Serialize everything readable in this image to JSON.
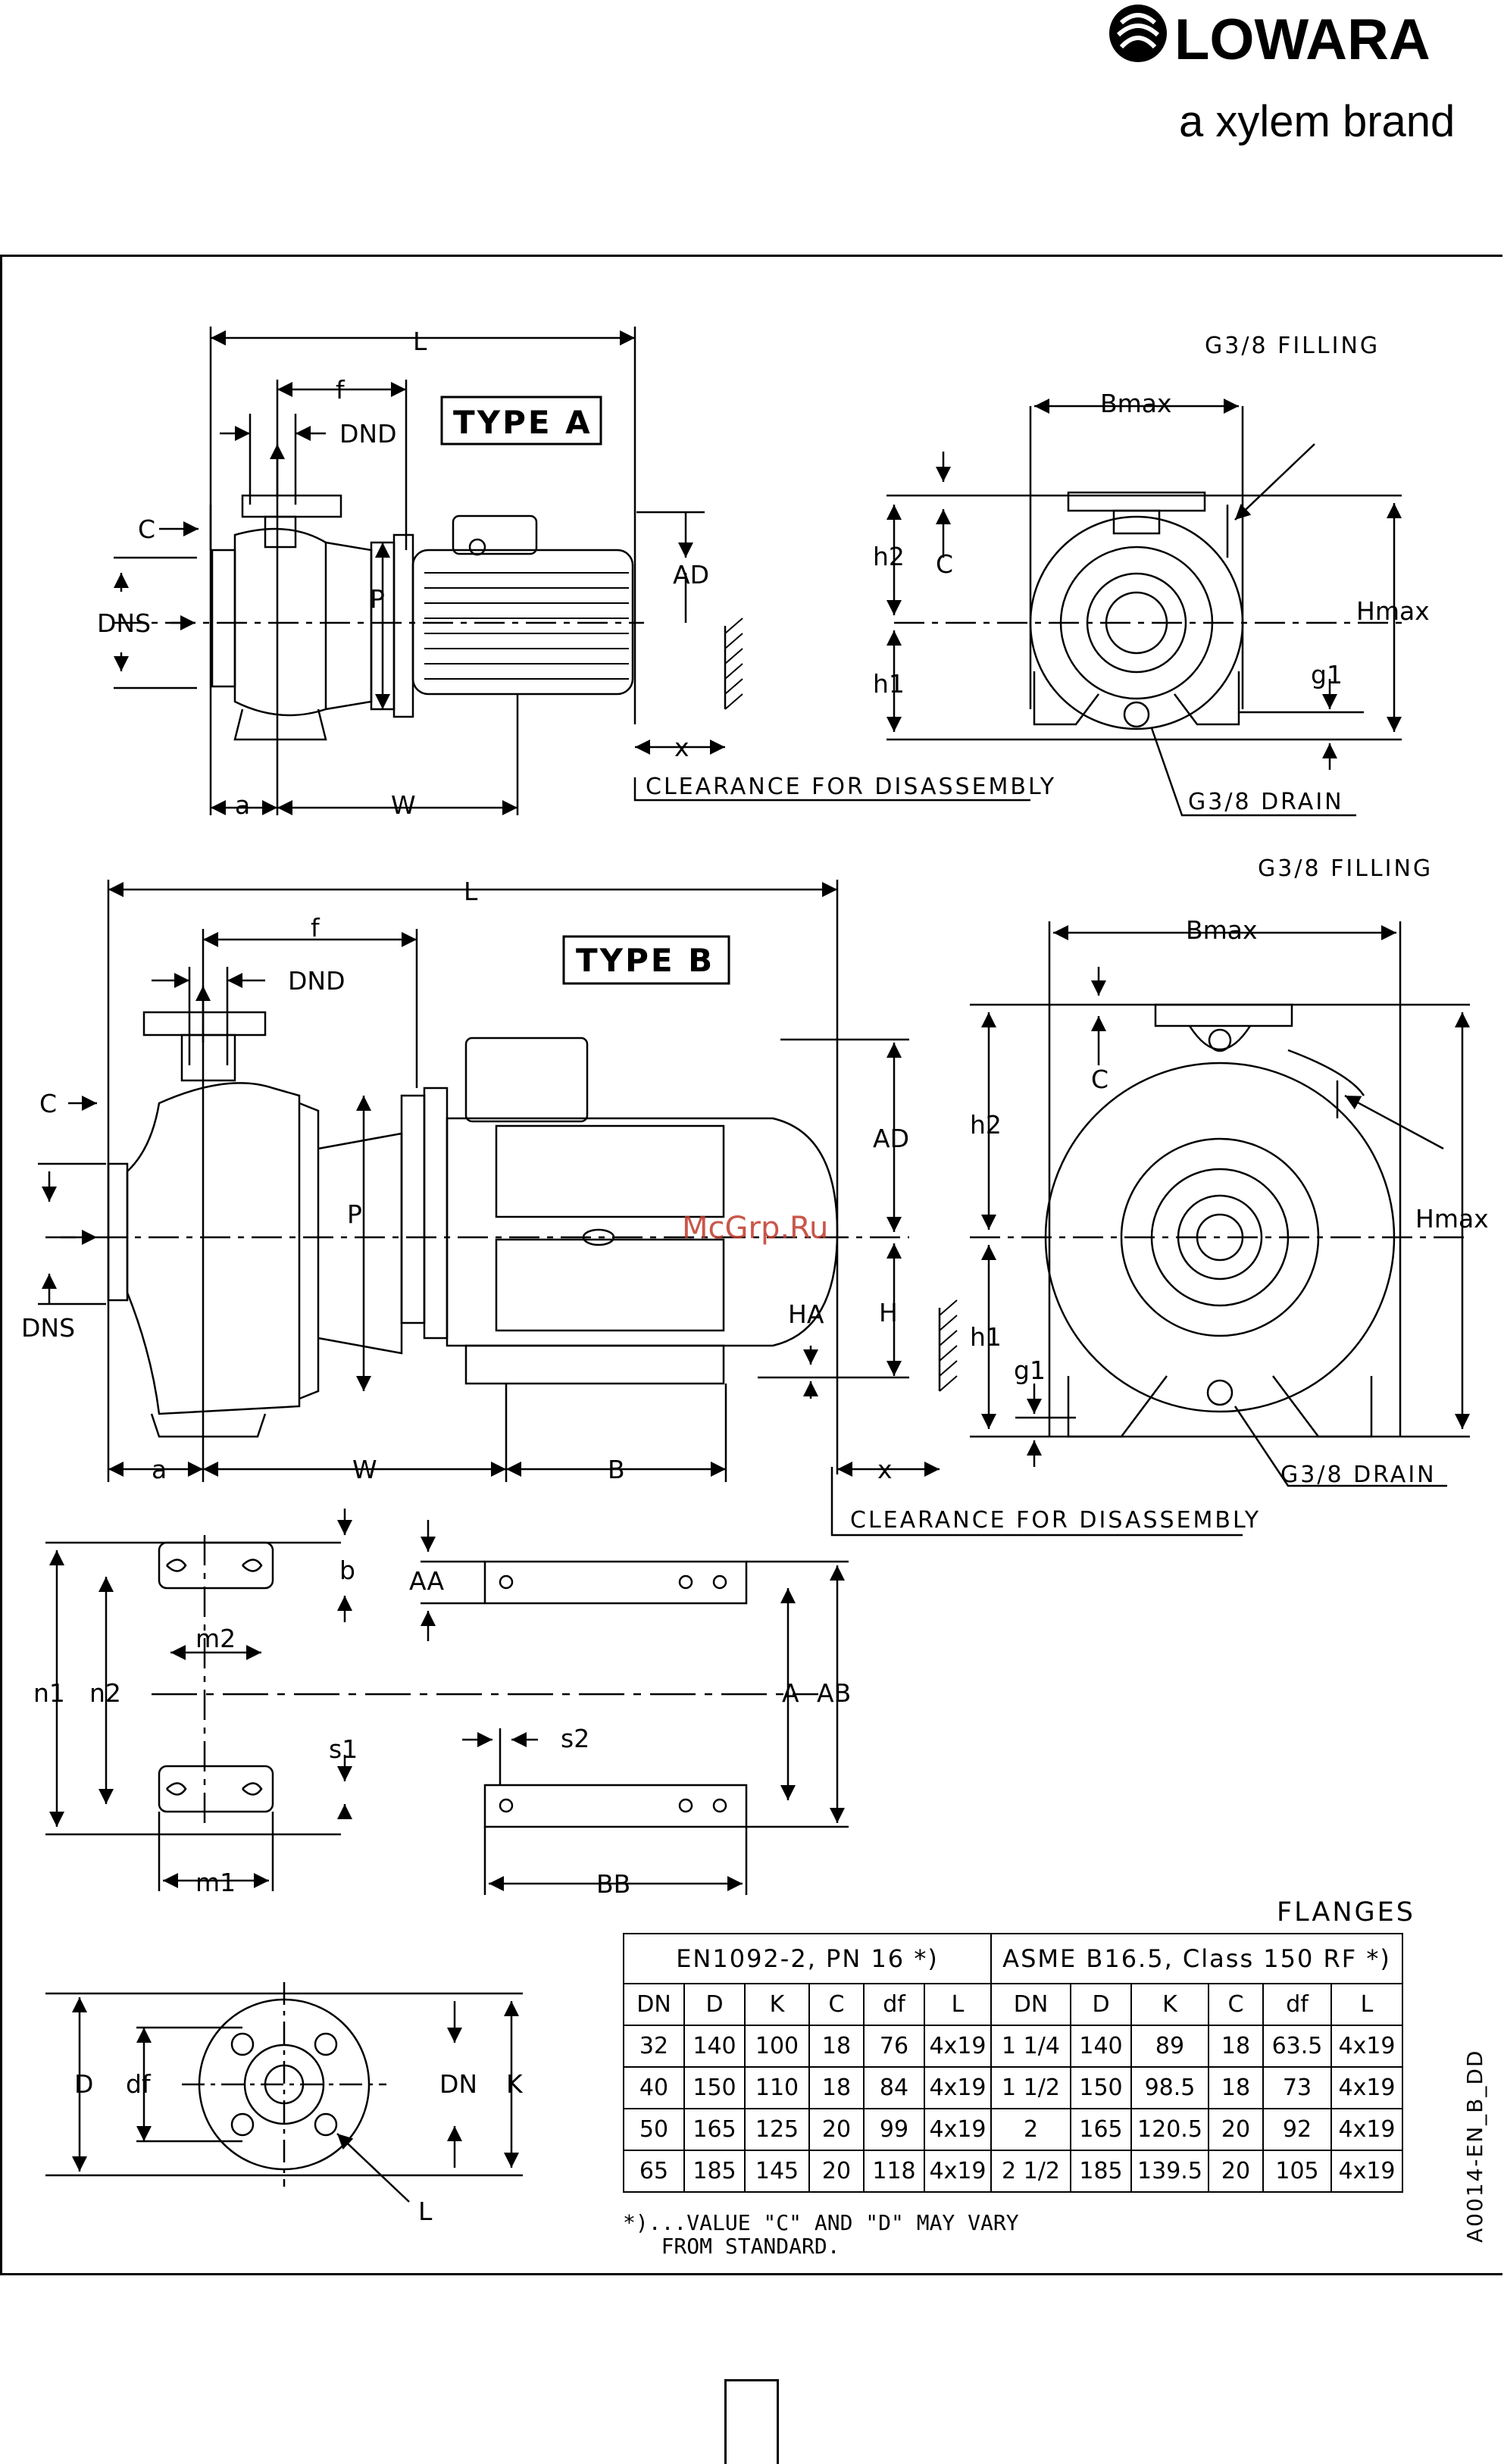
{
  "brand": {
    "name": "LOWARA",
    "tagline": "a xylem brand"
  },
  "watermark": "McGrp.Ru",
  "type_a": {
    "title": "TYPE A",
    "dims": {
      "L": "L",
      "f": "f",
      "DND": "DND",
      "C": "C",
      "DNS": "DNS",
      "P": "P",
      "AD": "AD",
      "a": "a",
      "W": "W",
      "x": "x",
      "Bmax": "Bmax",
      "h2": "h2",
      "h1": "h1",
      "Hmax": "Hmax",
      "g1": "g1",
      "C2": "C"
    },
    "filling": "G3/8 FILLING",
    "drain": "G3/8 DRAIN",
    "clearance": "CLEARANCE FOR DISASSEMBLY"
  },
  "type_b": {
    "title": "TYPE B",
    "dims": {
      "L": "L",
      "f": "f",
      "DND": "DND",
      "C": "C",
      "DNS": "DNS",
      "P": "P",
      "AD": "AD",
      "HA": "HA",
      "H": "H",
      "a": "a",
      "W": "W",
      "B": "B",
      "x": "x",
      "Bmax": "Bmax",
      "h2": "h2",
      "h1": "h1",
      "Hmax": "Hmax",
      "g1": "g1",
      "C2": "C"
    },
    "filling": "G3/8 FILLING",
    "drain": "G3/8 DRAIN",
    "clearance": "CLEARANCE FOR DISASSEMBLY"
  },
  "feet": {
    "b": "b",
    "AA": "AA",
    "m2": "m2",
    "n1": "n1",
    "n2": "n2",
    "A": "A",
    "AB": "AB",
    "s1": "s1",
    "s2": "s2",
    "m1": "m1",
    "BB": "BB"
  },
  "flange_view": {
    "D": "D",
    "df": "df",
    "DN": "DN",
    "K": "K",
    "L": "L"
  },
  "flanges": {
    "title": "FLANGES",
    "std_en": "EN1092-2, PN 16 *)",
    "std_asme": "ASME B16.5, Class 150 RF *)",
    "headers_en": [
      "DN",
      "D",
      "K",
      "C",
      "df",
      "L"
    ],
    "headers_asme": [
      "DN",
      "D",
      "K",
      "C",
      "df",
      "L"
    ],
    "rows": [
      {
        "en": [
          "32",
          "140",
          "100",
          "18",
          "76",
          "4x19"
        ],
        "asme": [
          "1 1/4",
          "140",
          "89",
          "18",
          "63.5",
          "4x19"
        ]
      },
      {
        "en": [
          "40",
          "150",
          "110",
          "18",
          "84",
          "4x19"
        ],
        "asme": [
          "1 1/2",
          "150",
          "98.5",
          "18",
          "73",
          "4x19"
        ]
      },
      {
        "en": [
          "50",
          "165",
          "125",
          "20",
          "99",
          "4x19"
        ],
        "asme": [
          "2",
          "165",
          "120.5",
          "20",
          "92",
          "4x19"
        ]
      },
      {
        "en": [
          "65",
          "185",
          "145",
          "20",
          "118",
          "4x19"
        ],
        "asme": [
          "2 1/2",
          "185",
          "139.5",
          "20",
          "105",
          "4x19"
        ]
      }
    ],
    "note": "*)...VALUE \"C\" AND \"D\" MAY VARY\n   FROM STANDARD."
  },
  "doc_ref": "A0014-EN_B_DD"
}
